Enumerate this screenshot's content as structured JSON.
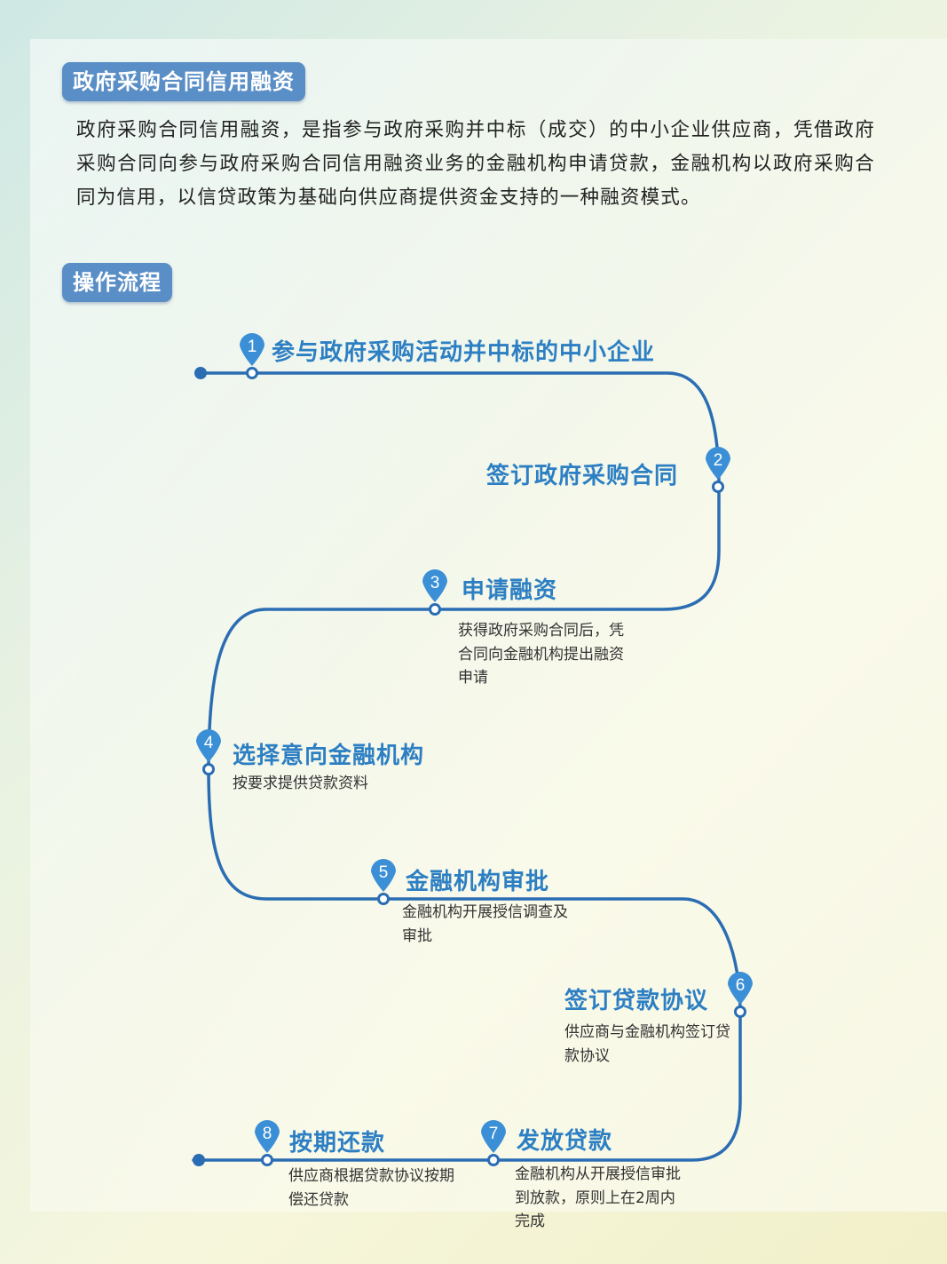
{
  "section1": {
    "title": "政府采购合同信用融资"
  },
  "intro": {
    "text": "政府采购合同信用融资，是指参与政府采购并中标（成交）的中小企业供应商，凭借政府采购合同向参与政府采购合同信用融资业务的金融机构申请贷款，金融机构以政府采购合同为信用，以信贷政策为基础向供应商提供资金支持的一种融资模式。"
  },
  "section2": {
    "title": "操作流程"
  },
  "steps": [
    {
      "num": "1",
      "title": "参与政府采购活动并中标的中小企业",
      "desc": ""
    },
    {
      "num": "2",
      "title": "签订政府采购合同",
      "desc": ""
    },
    {
      "num": "3",
      "title": "申请融资",
      "desc": "获得政府采购合同后，凭合同向金融机构提出融资申请"
    },
    {
      "num": "4",
      "title": "选择意向金融机构",
      "desc": "按要求提供贷款资料"
    },
    {
      "num": "5",
      "title": "金融机构审批",
      "desc": "金融机构开展授信调查及审批"
    },
    {
      "num": "6",
      "title": "签订贷款协议",
      "desc": "供应商与金融机构签订贷款协议"
    },
    {
      "num": "7",
      "title": "发放贷款",
      "desc": "金融机构从开展授信审批到放款，原则上在2周内完成"
    },
    {
      "num": "8",
      "title": "按期还款",
      "desc": "供应商根据贷款协议按期偿还贷款"
    }
  ],
  "colors": {
    "accent": "#2d7fc3",
    "line": "#2a6db3",
    "tag": "#5a8ec6",
    "pin": "#3b8fd6"
  }
}
